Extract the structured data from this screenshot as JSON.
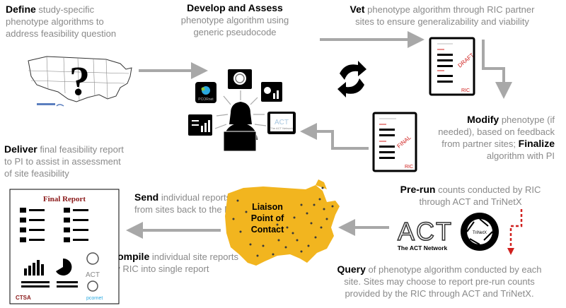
{
  "steps": {
    "define": {
      "keyword": "Define",
      "rest1": " study-specific",
      "line2": "phenotype algorithms to",
      "line3": "address feasibility question"
    },
    "develop": {
      "keyword": "Develop and Assess",
      "line2": "phenotype algorithm using",
      "line3": "generic pseudocode"
    },
    "vet": {
      "keyword": "Vet",
      "rest1": " phenotype algorithm through RIC partner",
      "line2": "sites to ensure generalizability and viability"
    },
    "modify": {
      "keyword": "Modify",
      "rest1": " phenotype (if",
      "line2": "needed), based on feedback",
      "line3a": "from partner sites; ",
      "line3b": "Finalize",
      "line4": "algorithm with PI"
    },
    "deliver": {
      "keyword": "Deliver",
      "rest1": " final feasibility report",
      "line2": "to PI to assist in assessment",
      "line3": "of site feasibility"
    },
    "prerun": {
      "keyword": "Pre-run",
      "rest1": " counts conducted by RIC",
      "line2": "through ACT and TriNetX"
    },
    "send": {
      "keyword": "Send",
      "rest1": " individual reports",
      "line2": "from sites back to the RIC"
    },
    "compile": {
      "keyword": "Compile",
      "rest1": " individual site reports",
      "line2": "by RIC into single report"
    },
    "query": {
      "keyword": "Query",
      "rest1": " of phenotype algorithm conducted by each",
      "line2": "site. Sites may choose to report pre-run counts",
      "line3": "provided by the RIC through ACT and TriNetX."
    }
  },
  "map_label": {
    "line1": "Liaison",
    "line2": "Point of",
    "line3": "Contact"
  },
  "question_mark": "?",
  "doc_draft": {
    "stamp": "DRAFT",
    "brand": "RIC"
  },
  "doc_final": {
    "stamp": "FINAL",
    "brand": "RIC"
  },
  "final_report": {
    "title": "Final Report",
    "footer1": "CTSA",
    "footer2": "pcornet"
  },
  "logos": {
    "act": "ACT",
    "act_sub": "The ACT Network",
    "act_small": "The ACT Network",
    "trinetx": "TriNetX",
    "pcornet": "PCORnet"
  },
  "colors": {
    "arrow": "#a8a8a8",
    "map_us": "#f2b51f",
    "dashed": "#d0201e",
    "ink": "#000000",
    "gray_text": "#8a8a8a"
  }
}
